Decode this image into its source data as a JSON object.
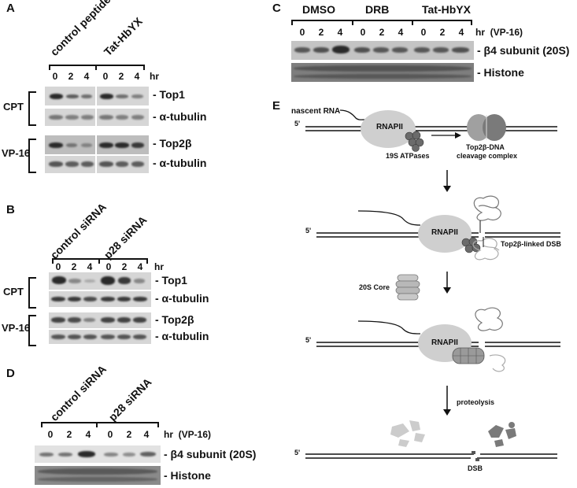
{
  "panel_a": {
    "letter": "A",
    "groups": [
      "control peptide",
      "Tat-HbYX"
    ],
    "lanes": [
      "0",
      "2",
      "4",
      "0",
      "2",
      "4"
    ],
    "unit": "hr",
    "row_groups": [
      "CPT",
      "VP-16"
    ],
    "bands": [
      "- Top1",
      "- α-tubulin",
      "- Top2β",
      "- α-tubulin"
    ]
  },
  "panel_b": {
    "letter": "B",
    "groups": [
      "control siRNA",
      "p28 siRNA"
    ],
    "lanes": [
      "0",
      "2",
      "4",
      "0",
      "2",
      "4"
    ],
    "unit": "hr",
    "row_groups": [
      "CPT",
      "VP-16"
    ],
    "bands": [
      "- Top1",
      "- α-tubulin",
      "- Top2β",
      "- α-tubulin"
    ]
  },
  "panel_c": {
    "letter": "C",
    "groups": [
      "DMSO",
      "DRB",
      "Tat-HbYX"
    ],
    "lanes": [
      "0",
      "2",
      "4",
      "0",
      "2",
      "4",
      "0",
      "2",
      "4"
    ],
    "unit": "hr  (VP-16)",
    "bands": [
      "- β4 subunit (20S)",
      "- Histone"
    ]
  },
  "panel_d": {
    "letter": "D",
    "groups": [
      "control siRNA",
      "p28 siRNA"
    ],
    "lanes": [
      "0",
      "2",
      "4",
      "0",
      "2",
      "4"
    ],
    "unit": "hr  (VP-16)",
    "bands": [
      "- β4 subunit (20S)",
      "- Histone"
    ]
  },
  "panel_e": {
    "letter": "E",
    "nascent_rna": "nascent RNA",
    "five_prime": "5'",
    "rnapii": "RNAPII",
    "atpases": "19S ATPases",
    "cleavage_complex_1": "Top2β-DNA",
    "cleavage_complex_2": "cleavage complex",
    "linked_dsb": "Top2β-linked DSB",
    "core": "20S Core",
    "proteolysis": "proteolysis",
    "dsb": "DSB"
  },
  "colors": {
    "blot_bg": "#d6d6d6",
    "band": "#2a2a2a",
    "rnapii": "#cfcfcf",
    "atpase": "#6b6b6b",
    "top2_light": "#a0a0a0",
    "top2_dark": "#7a7a7a"
  }
}
